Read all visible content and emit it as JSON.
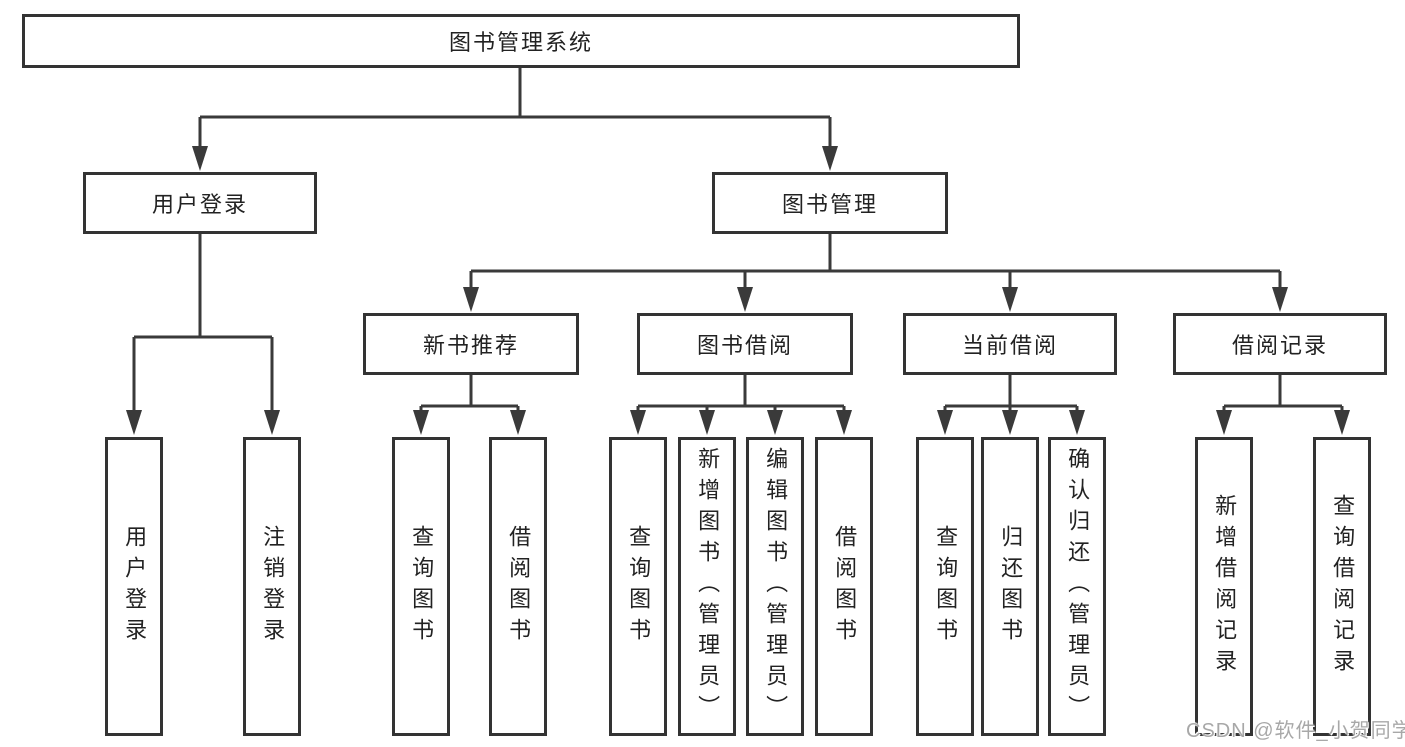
{
  "diagram_title": "图书管理系统",
  "tree": {
    "label": "图书管理系统",
    "children": [
      {
        "label": "用户登录",
        "children": [
          {
            "label": "用户登录"
          },
          {
            "label": "注销登录"
          }
        ]
      },
      {
        "label": "图书管理",
        "children": [
          {
            "label": "新书推荐",
            "children": [
              {
                "label": "查询图书"
              },
              {
                "label": "借阅图书"
              }
            ]
          },
          {
            "label": "图书借阅",
            "children": [
              {
                "label": "查询图书"
              },
              {
                "label": "新增图书（管理员）"
              },
              {
                "label": "编辑图书（管理员）"
              },
              {
                "label": "借阅图书"
              }
            ]
          },
          {
            "label": "当前借阅",
            "children": [
              {
                "label": "查询图书"
              },
              {
                "label": "归还图书"
              },
              {
                "label": "确认归还（管理员）"
              }
            ]
          },
          {
            "label": "借阅记录",
            "children": [
              {
                "label": "新增借阅记录"
              },
              {
                "label": "查询借阅记录"
              }
            ]
          }
        ]
      }
    ]
  },
  "watermark": "CSDN @软件_小贺同学",
  "colors": {
    "line": "#3a3a3a",
    "box_border": "#333333",
    "text": "#222222",
    "background": "#ffffff",
    "watermark_text": "#a8a8a8"
  }
}
